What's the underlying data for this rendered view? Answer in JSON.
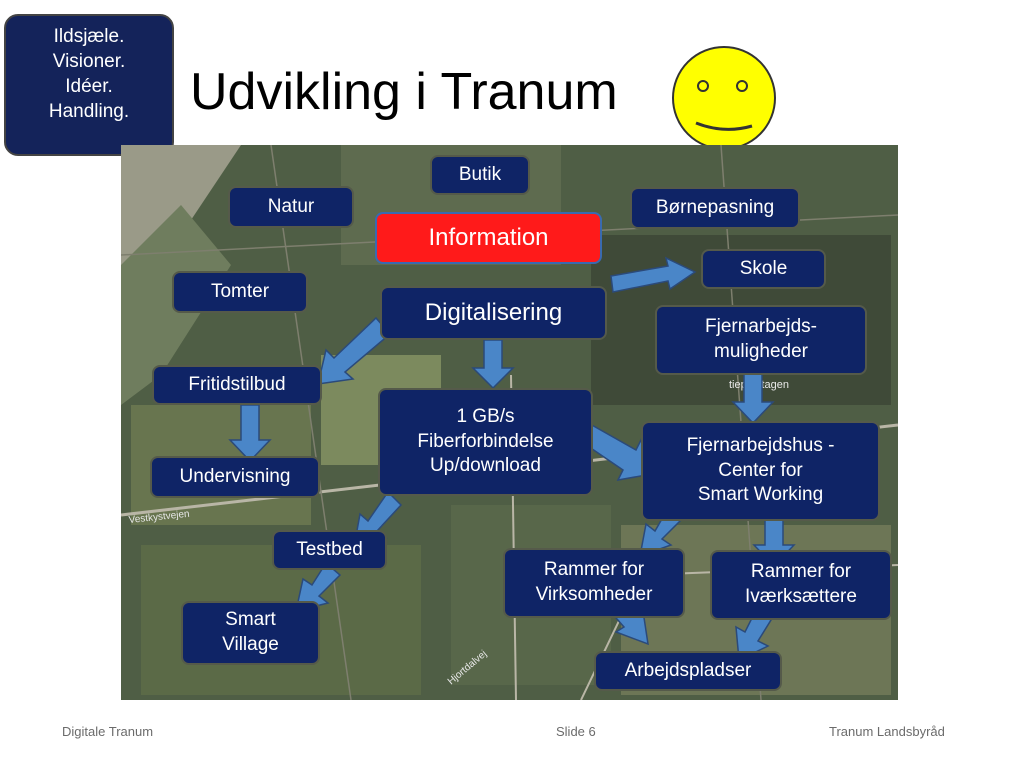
{
  "slide": {
    "title": "Udvikling i Tranum",
    "callout": [
      "Ildsjæle.",
      "Visioner.",
      "Idéer.",
      "Handling."
    ]
  },
  "map_labels": {
    "tieplantagen": "tieplantagen",
    "vestkystvejen": "Vestkystvejen",
    "hjortdalvej": "Hjortdalvej"
  },
  "boxes": {
    "butik": "Butik",
    "natur": "Natur",
    "bornepasning": "Børnepasning",
    "information": "Information",
    "skole": "Skole",
    "tomter": "Tomter",
    "digitalisering": "Digitalisering",
    "fjernarbejds": [
      "Fjernarbejds-",
      "muligheder"
    ],
    "fritidstilbud": "Fritidstilbud",
    "fiber": [
      "1 GB/s",
      "Fiberforbindelse",
      "Up/download"
    ],
    "fjernarbejdshus": [
      "Fjernarbejdshus -",
      "Center for",
      "Smart Working"
    ],
    "undervisning": "Undervisning",
    "testbed": "Testbed",
    "rammer_virk": [
      "Rammer for",
      "Virksomheder"
    ],
    "rammer_ivaerk": [
      "Rammer for",
      "Iværksættere"
    ],
    "smart_village": [
      "Smart",
      "Village"
    ],
    "arbejdspladser": "Arbejdspladser"
  },
  "footer": {
    "left": "Digitale Tranum",
    "center": "Slide 6",
    "right": "Tranum Landsbyråd"
  },
  "colors": {
    "box_fill": "#0f2466",
    "information_fill": "#ff1a1a",
    "arrow_fill": "#4a86c8",
    "smiley_fill": "#ffff00"
  }
}
